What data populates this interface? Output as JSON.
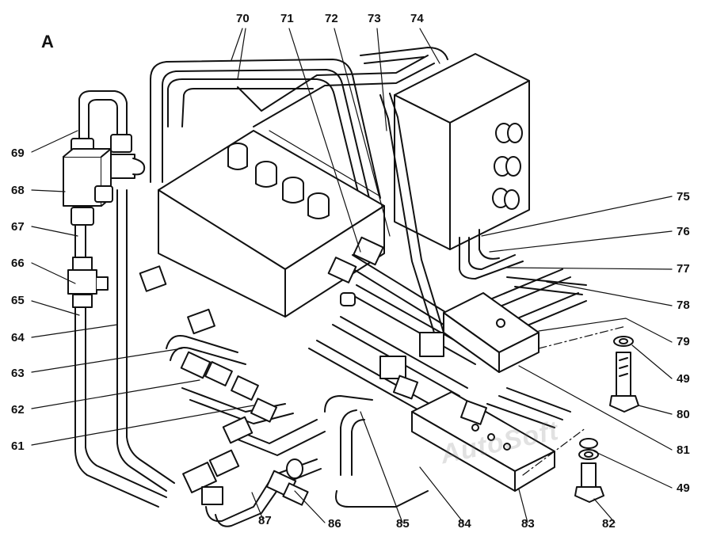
{
  "figure": {
    "section_letter": "A",
    "watermark": "AutoSoft"
  },
  "callouts": {
    "n70": "70",
    "n71": "71",
    "n72": "72",
    "n73": "73",
    "n74": "74",
    "n69": "69",
    "n68": "68",
    "n67": "67",
    "n66": "66",
    "n65": "65",
    "n64": "64",
    "n63": "63",
    "n62": "62",
    "n61": "61",
    "n75": "75",
    "n76": "76",
    "n77": "77",
    "n78": "78",
    "n79": "79",
    "n49a": "49",
    "n80": "80",
    "n81": "81",
    "n49b": "49",
    "n82": "82",
    "n83": "83",
    "n84": "84",
    "n85": "85",
    "n86": "86",
    "n87": "87"
  },
  "colors": {
    "ink": "#111111",
    "paper": "#ffffff"
  }
}
